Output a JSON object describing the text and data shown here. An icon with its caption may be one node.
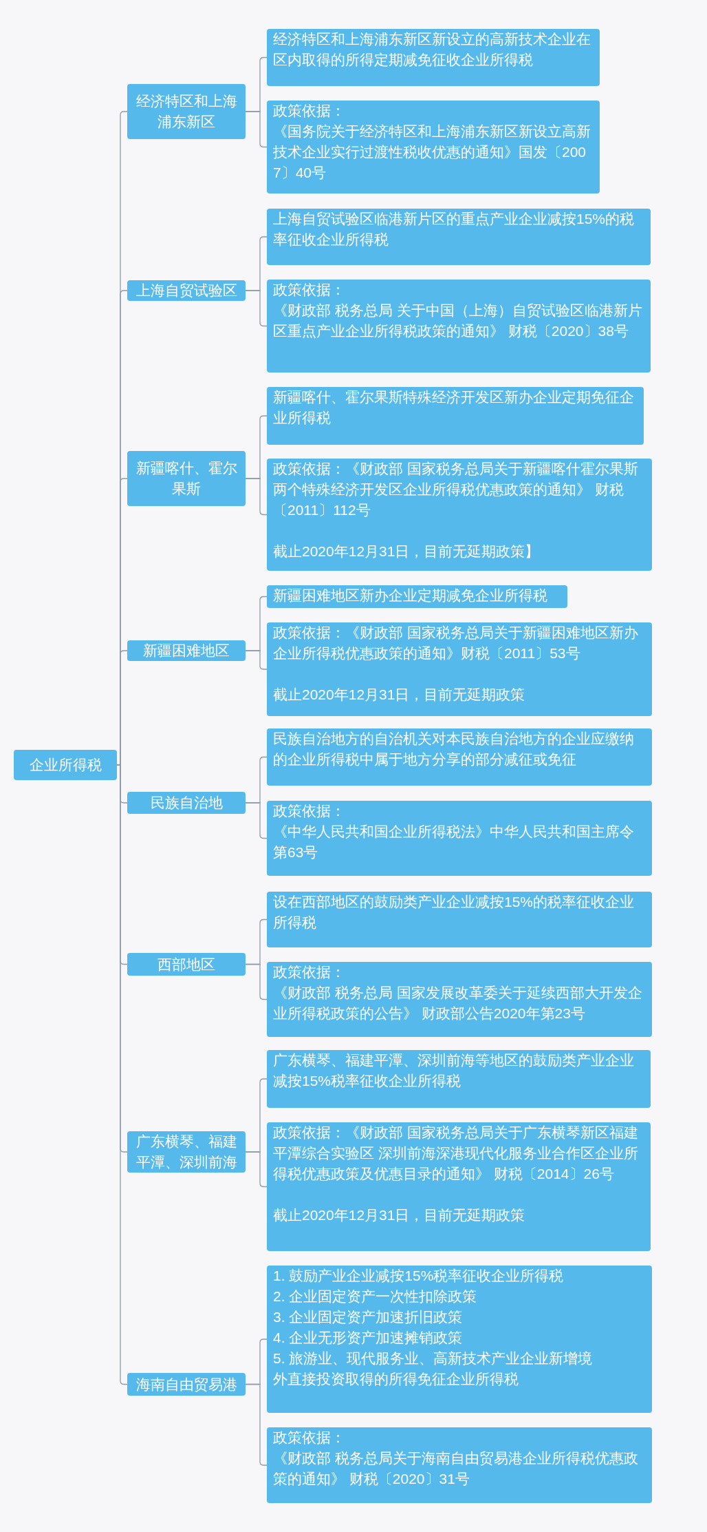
{
  "diagram": {
    "nodes": [
      {
        "text": [
          "企业所得税"
        ]
      },
      {
        "text": [
          "经济特区和上海浦东新区"
        ]
      },
      {
        "text": [
          "经济特区和上海浦东新区新设立的高新技术企业在区内取得的所得定期减免征收企业所得税"
        ]
      },
      {
        "text": [
          "政策依据：",
          "《国务院关于经济特区和上海浦东新区新设立高新技术企业实行过渡性税收优惠的通知》国发〔2007〕40号"
        ]
      },
      {
        "text": [
          "上海自贸试验区"
        ]
      },
      {
        "text": [
          "上海自贸试验区临港新片区的重点产业企业减按15%的税率征收企业所得税"
        ]
      },
      {
        "text": [
          "政策依据：",
          "《财政部 税务总局 关于中国（上海）自贸试验区临港新片区重点产业企业所得税政策的通知》 财税〔2020〕38号"
        ]
      },
      {
        "text": [
          "新疆喀什、霍尔果斯"
        ]
      },
      {
        "text": [
          "新疆喀什、霍尔果斯特殊经济开发区新办企业定期免征企业所得税"
        ]
      },
      {
        "text": [
          "政策依据：《财政部 国家税务总局关于新疆喀什霍尔果斯两个特殊经济开发区企业所得税优惠政策的通知》 财税〔2011〕112号",
          "截止2020年12月31日，目前无延期政策】"
        ]
      },
      {
        "text": [
          "新疆困难地区"
        ]
      },
      {
        "text": [
          "新疆困难地区新办企业定期减免企业所得税"
        ]
      },
      {
        "text": [
          "政策依据：《财政部 国家税务总局关于新疆困难地区新办企业所得税优惠政策的通知》财税〔2011〕53号",
          "截止2020年12月31日，目前无延期政策"
        ]
      },
      {
        "text": [
          "民族自治地"
        ]
      },
      {
        "text": [
          "民族自治地方的自治机关对本民族自治地方的企业应缴纳的企业所得税中属于地方分享的部分减征或免征"
        ]
      },
      {
        "text": [
          "政策依据：",
          "《中华人民共和国企业所得税法》中华人民共和国主席令第63号"
        ]
      },
      {
        "text": [
          "西部地区"
        ]
      },
      {
        "text": [
          "设在西部地区的鼓励类产业企业减按15%的税率征收企业所得税"
        ]
      },
      {
        "text": [
          "政策依据：",
          "《财政部 税务总局 国家发展改革委关于延续西部大开发企业所得税政策的公告》 财政部公告2020年第23号"
        ]
      },
      {
        "text": [
          "广东横琴、福建平潭、深圳前海"
        ]
      },
      {
        "text": [
          "广东横琴、福建平潭、深圳前海等地区的鼓励类产业企业减按15%税率征收企业所得税"
        ]
      },
      {
        "text": [
          "政策依据：《财政部 国家税务总局关于广东横琴新区福建平潭综合实验区 深圳前海深港现代化服务业合作区企业所得税优惠政策及优惠目录的通知》 财税〔2014〕26号",
          "截止2020年12月31日，目前无延期政策"
        ]
      },
      {
        "text": [
          "海南自由贸易港"
        ]
      },
      {
        "text": [
          "1. 鼓励产业企业减按15%税率征收企业所得税",
          "2. 企业固定资产一次性扣除政策",
          "3. 企业固定资产加速折旧政策",
          "4. 企业无形资产加速摊销政策",
          "5. 旅游业、现代服务业、高新技术产业企业新增境外直接投资取得的所得免征企业所得税"
        ]
      },
      {
        "text": [
          "政策依据：",
          "《财政部 税务总局关于海南自由贸易港企业所得税优惠政策的通知》 财税〔2020〕31号"
        ]
      }
    ],
    "edges": [
      {
        "from": 0,
        "to": 1,
        "arrow": "none"
      },
      {
        "from": 1,
        "to": 2,
        "arrow": "none"
      },
      {
        "from": 1,
        "to": 3,
        "arrow": "none"
      },
      {
        "from": 0,
        "to": 4,
        "arrow": "none"
      },
      {
        "from": 4,
        "to": 5,
        "arrow": "none"
      },
      {
        "from": 4,
        "to": 6,
        "arrow": "none"
      },
      {
        "from": 0,
        "to": 7,
        "arrow": "none"
      },
      {
        "from": 7,
        "to": 8,
        "arrow": "none"
      },
      {
        "from": 7,
        "to": 9,
        "arrow": "none"
      },
      {
        "from": 0,
        "to": 10,
        "arrow": "none"
      },
      {
        "from": 10,
        "to": 11,
        "arrow": "none"
      },
      {
        "from": 10,
        "to": 12,
        "arrow": "none"
      },
      {
        "from": 0,
        "to": 13,
        "arrow": "none"
      },
      {
        "from": 13,
        "to": 14,
        "arrow": "none"
      },
      {
        "from": 13,
        "to": 15,
        "arrow": "none"
      },
      {
        "from": 0,
        "to": 16,
        "arrow": "none"
      },
      {
        "from": 16,
        "to": 17,
        "arrow": "none"
      },
      {
        "from": 16,
        "to": 18,
        "arrow": "none"
      },
      {
        "from": 0,
        "to": 19,
        "arrow": "none"
      },
      {
        "from": 19,
        "to": 20,
        "arrow": "none"
      },
      {
        "from": 19,
        "to": 21,
        "arrow": "none"
      },
      {
        "from": 0,
        "to": 22,
        "arrow": "none"
      },
      {
        "from": 22,
        "to": 23,
        "arrow": "none"
      },
      {
        "from": 22,
        "to": 24,
        "arrow": "none"
      }
    ]
  }
}
